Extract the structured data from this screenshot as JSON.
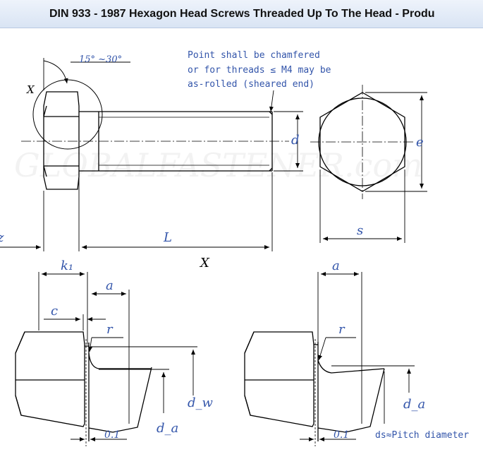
{
  "header": {
    "title": "DIN 933 - 1987 Hexagon Head Screws Threaded Up To The Head - Produ"
  },
  "diagram": {
    "angle_label": "15° ~30°",
    "note_lines": [
      "Point shall be chamfered",
      "or for threads ≤ M4 may be",
      "as-rolled (sheared end)"
    ],
    "labels": {
      "x_upper": "X",
      "d": "d",
      "e": "e",
      "s": "s",
      "z": "z",
      "L": "L",
      "x_detail": "X",
      "k1": "k₁",
      "a_left": "a",
      "c": "c",
      "r_left": "r",
      "dw": "d_w",
      "da_left": "d_a",
      "tol_left": "0.1",
      "a_right": "a",
      "r_right": "r",
      "da_right": "d_a",
      "tol_right": "0.1",
      "pitch_note": "ds≈Pitch diameter"
    },
    "watermark": "GLOBALFASTENER.com",
    "colors": {
      "line": "#000000",
      "label": "#3355aa",
      "header_bg": "#dfe8f5"
    }
  }
}
